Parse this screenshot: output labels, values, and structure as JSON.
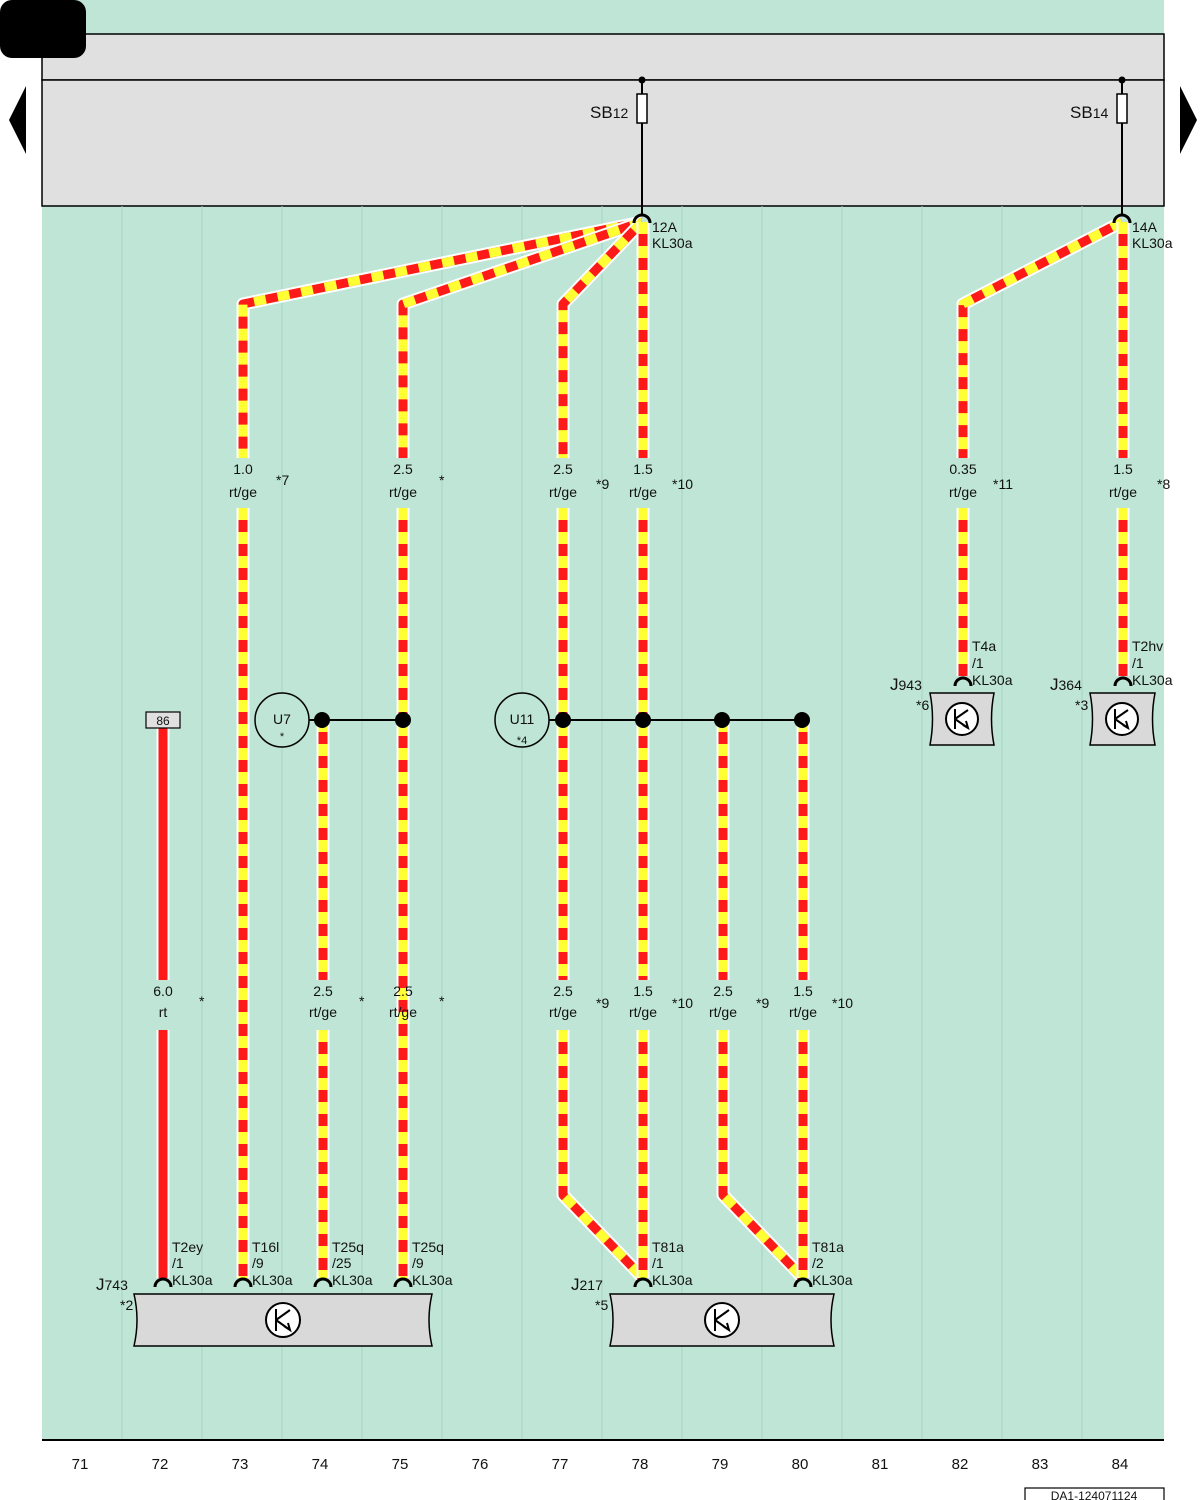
{
  "colors": {
    "background": "#bfe5d6",
    "fuse_box": "#e0e0e0",
    "wire_red": "#ff1a1a",
    "wire_yellow": "#ffff33",
    "component_fill": "#d9d9d9"
  },
  "nav": {
    "prev_icon": "triangle-left-icon",
    "next_icon": "triangle-right-icon"
  },
  "fuses": [
    {
      "main": "SB",
      "sub": "12"
    },
    {
      "main": "SB",
      "sub": "14"
    }
  ],
  "feeds": [
    {
      "amp": "12A",
      "term": "KL30a"
    },
    {
      "amp": "14A",
      "term": "KL30a"
    }
  ],
  "wire_labels": [
    {
      "size": "1.0",
      "color": "rt/ge",
      "note": "*7"
    },
    {
      "size": "2.5",
      "color": "rt/ge",
      "note": "*"
    },
    {
      "size": "2.5",
      "color": "rt/ge",
      "note": "*9"
    },
    {
      "size": "1.5",
      "color": "rt/ge",
      "note": "*10"
    },
    {
      "size": "0.35",
      "color": "rt/ge",
      "note": "*11"
    },
    {
      "size": "1.5",
      "color": "rt/ge",
      "note": "*8"
    },
    {
      "size": "6.0",
      "color": "rt",
      "note": "*"
    },
    {
      "size": "2.5",
      "color": "rt/ge",
      "note": "*"
    },
    {
      "size": "2.5",
      "color": "rt/ge",
      "note": "*"
    },
    {
      "size": "2.5",
      "color": "rt/ge",
      "note": "*9"
    },
    {
      "size": "1.5",
      "color": "rt/ge",
      "note": "*10"
    },
    {
      "size": "2.5",
      "color": "rt/ge",
      "note": "*9"
    },
    {
      "size": "1.5",
      "color": "rt/ge",
      "note": "*10"
    }
  ],
  "connectors": [
    {
      "name": "T2ey",
      "pin": "/1",
      "term": "KL30a"
    },
    {
      "name": "T16l",
      "pin": "/9",
      "term": "KL30a"
    },
    {
      "name": "T25q",
      "pin": "/25",
      "term": "KL30a"
    },
    {
      "name": "T25q",
      "pin": "/9",
      "term": "KL30a"
    },
    {
      "name": "T81a",
      "pin": "/1",
      "term": "KL30a"
    },
    {
      "name": "T81a",
      "pin": "/2",
      "term": "KL30a"
    },
    {
      "name": "T4a",
      "pin": "/1",
      "term": "KL30a"
    },
    {
      "name": "T2hv",
      "pin": "/1",
      "term": "KL30a"
    }
  ],
  "components": [
    {
      "main": "J",
      "sub": "743",
      "note": "*2"
    },
    {
      "main": "J",
      "sub": "217",
      "note": "*5"
    },
    {
      "main": "J",
      "sub": "943",
      "note": "*6"
    },
    {
      "main": "J",
      "sub": "364",
      "note": "*3"
    }
  ],
  "splices": [
    {
      "name": "U7",
      "note": "*"
    },
    {
      "name": "U11",
      "note": "*4"
    }
  ],
  "relay_pin": "86",
  "columns": [
    "71",
    "72",
    "73",
    "74",
    "75",
    "76",
    "77",
    "78",
    "79",
    "80",
    "81",
    "82",
    "83",
    "84"
  ],
  "footer_code": "DA1-124071124"
}
